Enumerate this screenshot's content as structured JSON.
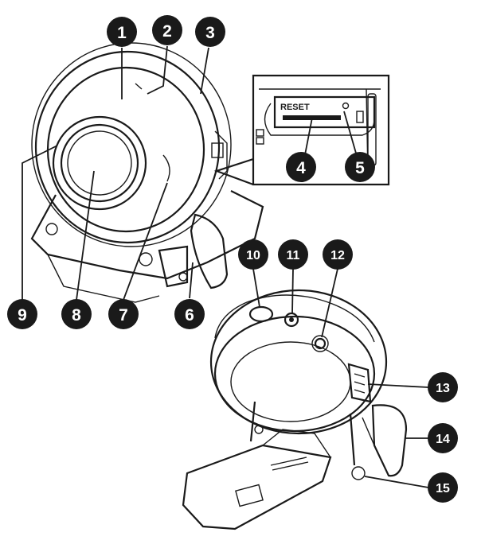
{
  "callouts": [
    "1",
    "2",
    "3",
    "4",
    "5",
    "6",
    "7",
    "8",
    "9",
    "10",
    "11",
    "12",
    "13",
    "14",
    "15"
  ],
  "inset": {
    "reset_label": "RESET"
  },
  "colors": {
    "ink": "#1a1a1a",
    "paper": "#ffffff"
  }
}
